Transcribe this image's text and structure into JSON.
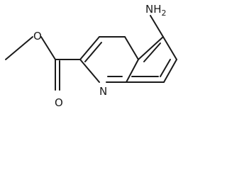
{
  "structure": {
    "atom_labels": {
      "amine": "NH",
      "amine_subscript": "2",
      "ring_nitrogen": "N",
      "carbonyl_oxygen": "O",
      "ester_oxygen": "O"
    }
  }
}
